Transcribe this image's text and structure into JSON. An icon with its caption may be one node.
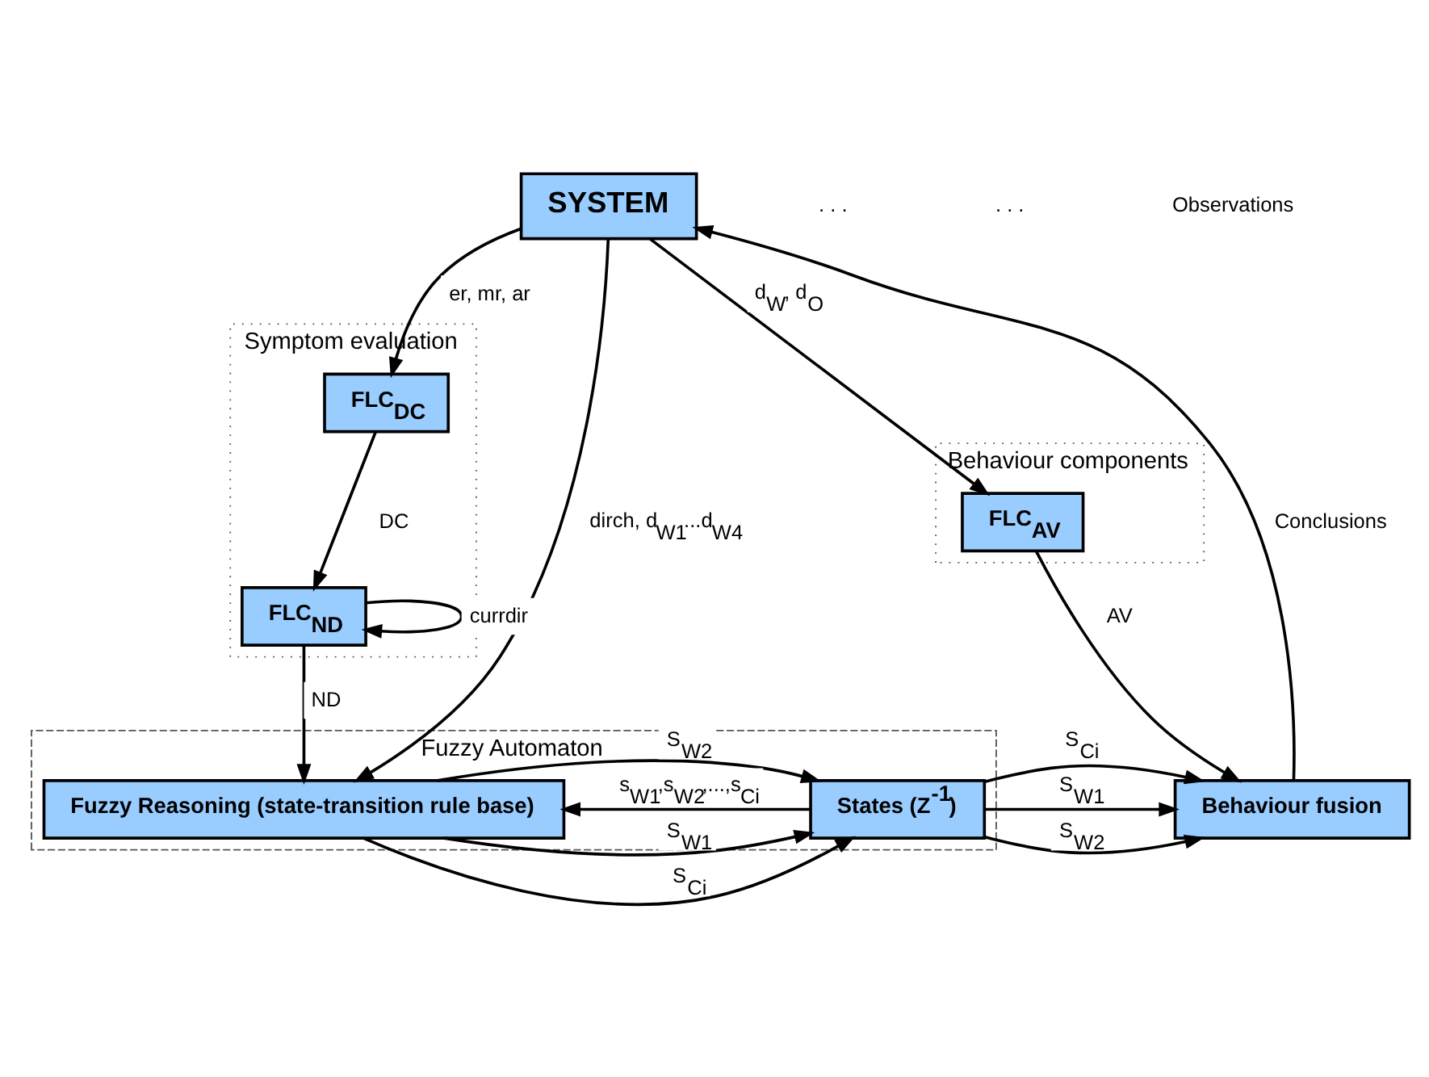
{
  "diagram": {
    "nodes": [
      {
        "text": [
          "SYSTEM"
        ]
      },
      {
        "text": [
          "Fuzzy Automaton"
        ]
      },
      {
        "text": [
          "Fuzzy Reasoning (state-transition rule base)"
        ],
        "in": 1
      },
      {
        "text": [
          "States (Z$^{-1}$)"
        ],
        "in": 1
      },
      {
        "text": [
          "Behaviour fusion"
        ]
      },
      {
        "text": [
          "Symptom evaluation"
        ]
      },
      {
        "text": [
          "FLC$_{ND}$"
        ],
        "in": 5
      },
      {
        "text": [
          "FLC$_{DC}$"
        ],
        "in": 5
      },
      {
        "text": [
          "Behaviour components"
        ]
      },
      {
        "text": [
          "FLC$_{AV}$"
        ],
        "in": 8
      }
    ],
    "edges": [
      {
        "from": 0,
        "to": 7,
        "arrow": "to",
        "label": "er, mr, ar"
      },
      {
        "from": 0,
        "to": 2,
        "arrow": "to",
        "label": "dirch, d$_{W1}$...d$_{W4}$"
      },
      {
        "from": 0,
        "to": 9,
        "arrow": "to",
        "label": "d$_{W}$, d$_{O}$"
      },
      {
        "from": 7,
        "to": 6,
        "arrow": "to",
        "label": "DC"
      },
      {
        "from": 6,
        "to": 6,
        "arrow": "to",
        "label": "currdir"
      },
      {
        "from": 6,
        "to": 2,
        "arrow": "to",
        "label": "ND"
      },
      {
        "from": 2,
        "to": 3,
        "arrow": "to",
        "label": "S$_{W1}$"
      },
      {
        "from": 2,
        "to": 3,
        "arrow": "to",
        "label": "S$_{W2}$"
      },
      {
        "from": 2,
        "to": 3,
        "arrow": "to",
        "label": "S$_{Ci}$"
      },
      {
        "from": 3,
        "to": 4,
        "arrow": "to",
        "label": "S$_{W1}$"
      },
      {
        "from": 3,
        "to": 4,
        "arrow": "to",
        "label": "S$_{W2}$"
      },
      {
        "from": 3,
        "to": 4,
        "arrow": "to",
        "label": "S$_{Ci}$"
      },
      {
        "from": 3,
        "to": 2,
        "arrow": "to",
        "label": "s$_{W1}$,s$_{W2}$,...,s$_{Ci}$"
      },
      {
        "from": 9,
        "to": 4,
        "arrow": "to",
        "label": "AV"
      },
      {
        "from": 4,
        "to": 0,
        "arrow": "to",
        "label": "Conclusions"
      }
    ],
    "labels": [
      ". . .",
      ". . .",
      "Observations"
    ]
  }
}
